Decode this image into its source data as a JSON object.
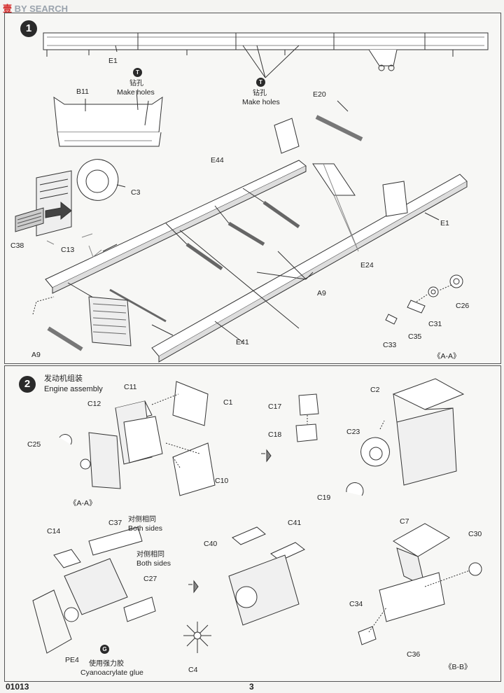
{
  "watermark": {
    "cn": "壹",
    "brand": "BY SEARCH",
    "colors": {
      "red": "#d42a2a",
      "gray": "#9aa3ad"
    }
  },
  "step1": {
    "number": "1",
    "parts": {
      "E1_top": "E1",
      "B11": "B11",
      "E20": "E20",
      "E44": "E44",
      "C3": "C3",
      "C38": "C38",
      "C13": "C13",
      "E1_right": "E1",
      "E24": "E24",
      "A9_mid": "A9",
      "C26": "C26",
      "C31": "C31",
      "C35": "C35",
      "C33": "C33",
      "E41": "E41",
      "A9_left": "A9",
      "section": "《A-A》"
    },
    "holes_left": {
      "icon": "T",
      "cn": "钻孔",
      "en": "Make holes"
    },
    "holes_center": {
      "icon": "T",
      "cn": "钻孔",
      "en": "Make holes"
    }
  },
  "step2": {
    "number": "2",
    "title_cn": "发动机组装",
    "title_en": "Engine assembly",
    "parts": {
      "C11": "C11",
      "C1": "C1",
      "C12": "C12",
      "C25": "C25",
      "C10": "C10",
      "sectionA": "《A-A》",
      "C17": "C17",
      "C18": "C18",
      "C2": "C2",
      "C23": "C23",
      "C19": "C19",
      "C14": "C14",
      "C37": "C37",
      "C27": "C27",
      "PE4": "PE4",
      "C40": "C40",
      "C41": "C41",
      "C4": "C4",
      "C7": "C7",
      "C30": "C30",
      "C34": "C34",
      "C36": "C36",
      "sectionB": "《B-B》"
    },
    "both_sides_1": {
      "cn": "对侧相同",
      "en": "Both sides"
    },
    "both_sides_2": {
      "cn": "对侧相同",
      "en": "Both sides"
    },
    "glue": {
      "icon": "G",
      "cn": "使用强力胶",
      "en": "Cyanoacrylate glue"
    }
  },
  "footer": {
    "code": "01013",
    "page": "3"
  }
}
